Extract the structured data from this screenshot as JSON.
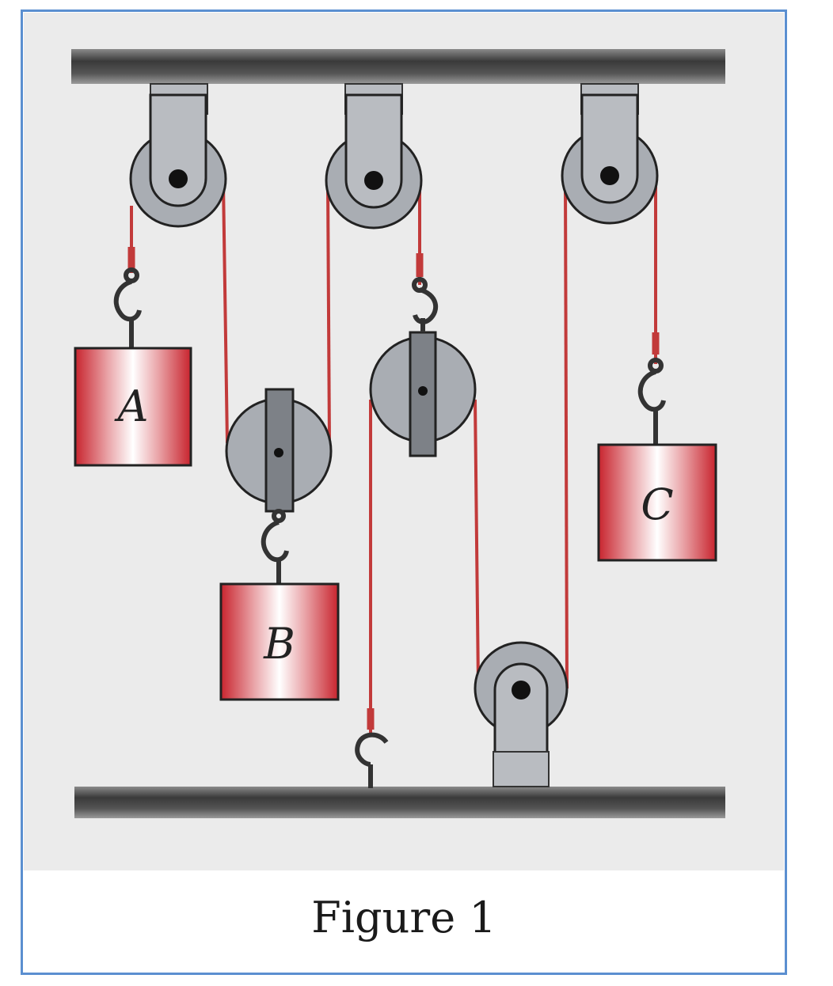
{
  "figure": {
    "caption": "Figure 1",
    "blocks": [
      {
        "id": "block-a",
        "label": "A"
      },
      {
        "id": "block-b",
        "label": "B"
      },
      {
        "id": "block-c",
        "label": "C"
      }
    ]
  },
  "colors": {
    "rope": "#c23a3a",
    "block_red": "#c8242e",
    "pulley_gray": "#a9adb3",
    "beam_dark": "#3a3a3a",
    "frame_border": "#5b8fd0"
  }
}
